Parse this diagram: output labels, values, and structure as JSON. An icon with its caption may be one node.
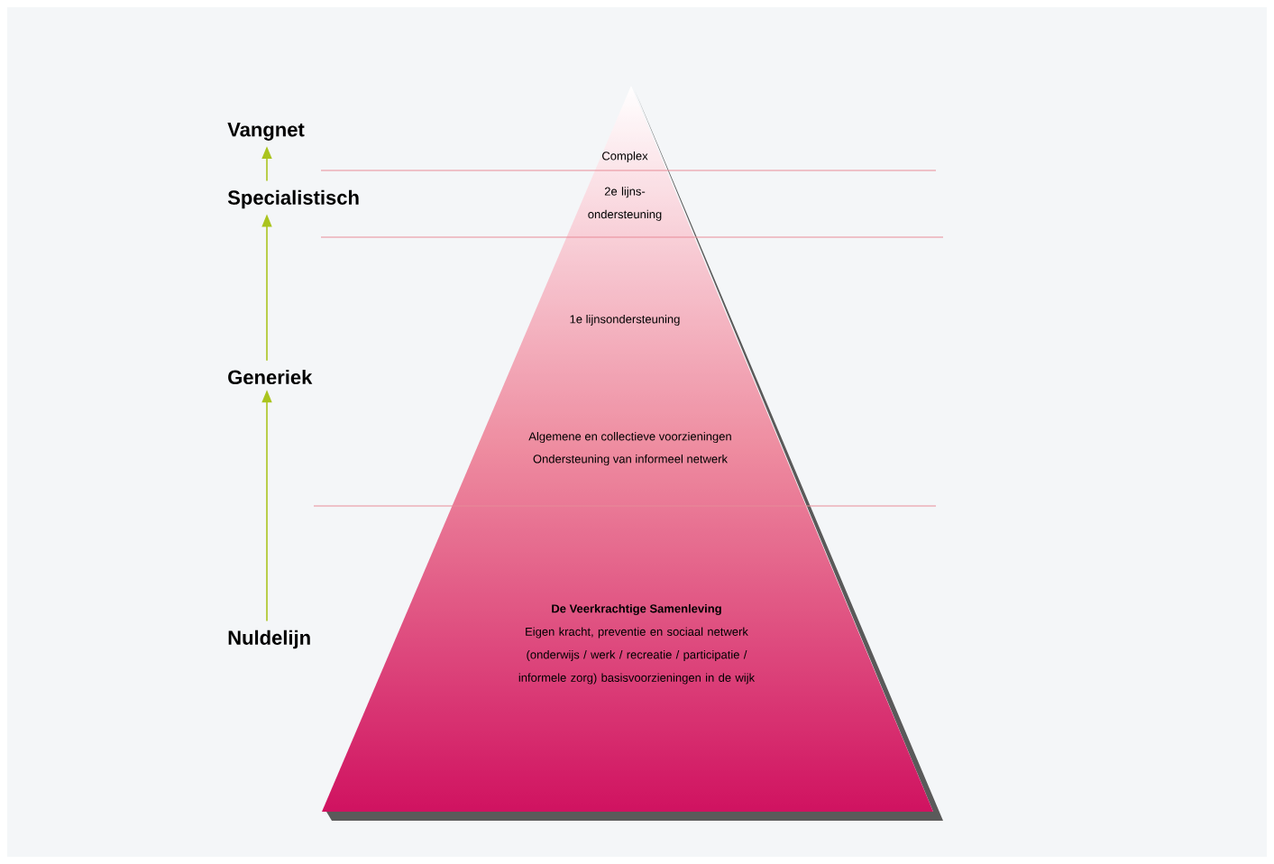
{
  "diagram": {
    "nodes": [
      {
        "text": [
          "Vangnet"
        ]
      },
      {
        "text": [
          "Specialistisch"
        ]
      },
      {
        "text": [
          "Generiek"
        ]
      },
      {
        "text": [
          "Nuldelijn"
        ]
      },
      {
        "text": [
          "Complex",
          "2e lijns- ondersteuning",
          "1e lijnsondersteuning",
          "Algemene en collectieve voorzieningen",
          "Ondersteuning van informeel netwerk",
          "De Veerkrachtige Samenleving",
          "Eigen kracht, preventie en sociaal netwerk (onderwijs / werk / recreatie / participatie / informele zorg) basisvoorzieningen in de wijk"
        ]
      }
    ],
    "edges": [
      {
        "from": 3,
        "to": 2,
        "arrow": "to"
      },
      {
        "from": 2,
        "to": 1,
        "arrow": "to"
      },
      {
        "from": 1,
        "to": 0,
        "arrow": "to"
      }
    ]
  }
}
